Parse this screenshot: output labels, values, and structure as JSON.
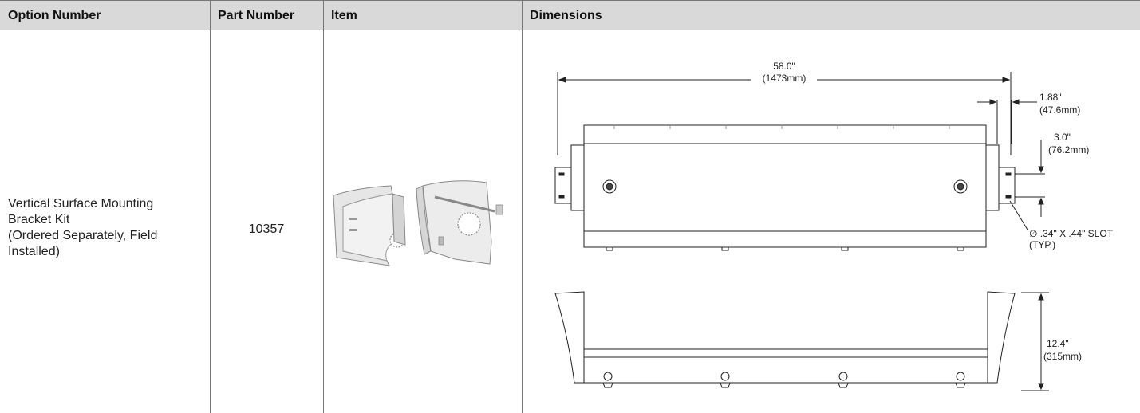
{
  "table": {
    "headers": [
      "Option Number",
      "Part Number",
      "Item",
      "Dimensions"
    ],
    "row": {
      "option_number": "Vertical Surface Mounting Bracket Kit (Ordered Separately, Field Installed)",
      "option_lines": [
        "Vertical Surface Mounting",
        "Bracket Kit",
        "(Ordered Separately, Field",
        "Installed)"
      ],
      "part_number": "10357",
      "item_image": "mounting-bracket-kit-illustration"
    }
  },
  "drawing": {
    "overall_length": "58.0\"",
    "overall_length_mm": "(1473mm)",
    "bracket_offset": "1.88\"",
    "bracket_offset_mm": "(47.6mm)",
    "slot_spacing": "3.0\"",
    "slot_spacing_mm": "(76.2mm)",
    "slot_spec": "∅ .34\" X .44\" SLOT",
    "slot_spec_note": "(TYP.)",
    "height": "12.4\"",
    "height_mm": "(315mm)"
  }
}
